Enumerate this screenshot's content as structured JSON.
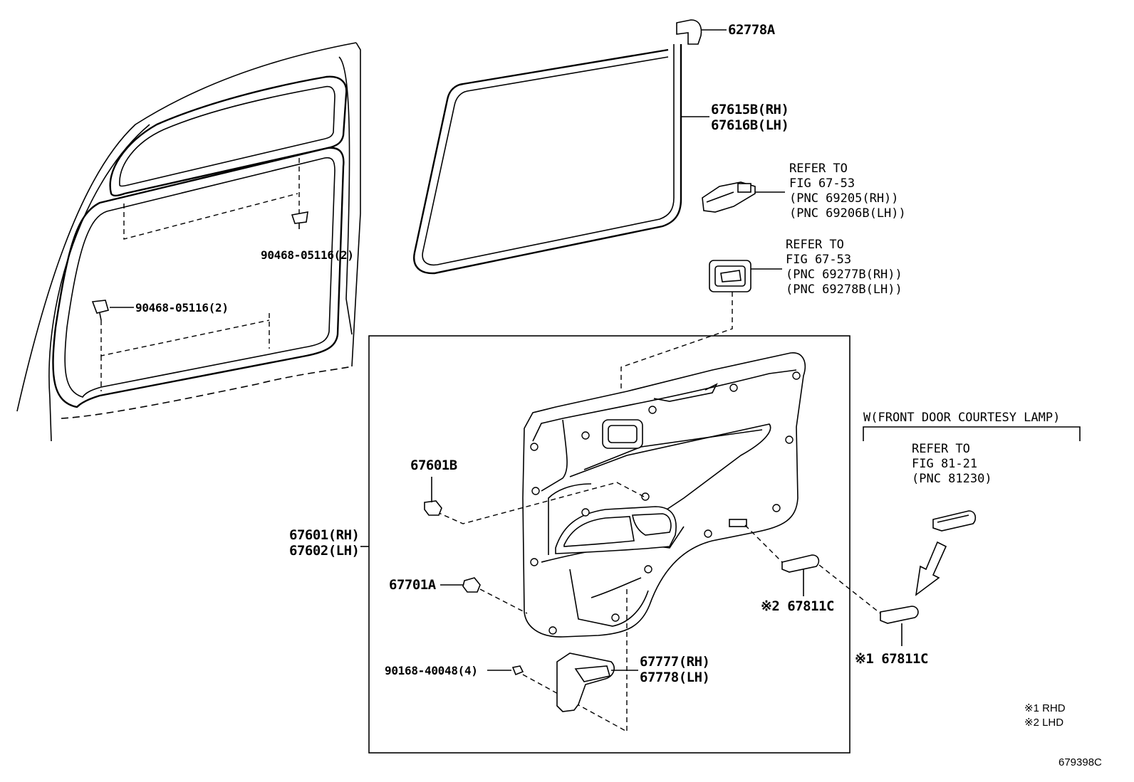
{
  "labels": {
    "p62778a": "62778A",
    "p67615b": "67615B(RH)",
    "p67616b": "67616B(LH)",
    "refer1": [
      "REFER TO",
      "FIG 67-53",
      "(PNC 69205(RH))",
      "(PNC 69206B(LH))"
    ],
    "refer2": [
      "REFER TO",
      "FIG 67-53",
      "(PNC 69277B(RH))",
      "(PNC 69278B(LH))"
    ],
    "clip_upper": "90468-05116(2)",
    "clip_lower": "90468-05116(2)",
    "p67601b": "67601B",
    "p67601": "67601(RH)",
    "p67602": "67602(LH)",
    "p67701a": "67701A",
    "p90168": "90168-40048(4)",
    "p67777": "67777(RH)",
    "p67778": "67778(LH)",
    "p67811c_2": "※2 67811C",
    "p67811c_1": "※1 67811C",
    "courtesy_title": "W(FRONT DOOR COURTESY LAMP)",
    "refer3": [
      "REFER TO",
      "FIG 81-21",
      "(PNC 81230)"
    ],
    "legend": [
      "※1 RHD",
      "※2 LHD"
    ],
    "figure_id": "679398C"
  }
}
